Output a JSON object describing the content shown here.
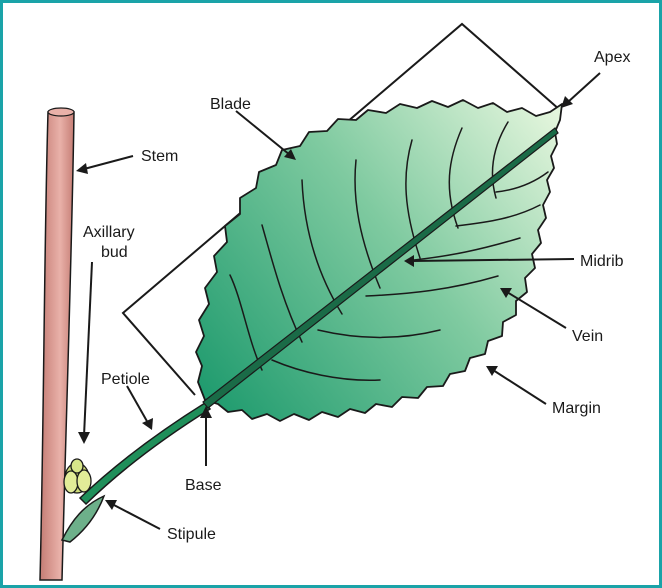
{
  "labels": {
    "apex": "Apex",
    "blade": "Blade",
    "stem": "Stem",
    "axillary_bud_line1": "Axillary",
    "axillary_bud_line2": "bud",
    "midrib": "Midrib",
    "vein": "Vein",
    "petiole": "Petiole",
    "margin": "Margin",
    "base": "Base",
    "stipule": "Stipule"
  },
  "colors": {
    "frame": "#1aa3a8",
    "leaf_dark": "#1f9b6e",
    "leaf_light": "#d7f0d2",
    "stem_fill": "#d99a92",
    "bud": "#d8e68a",
    "ink": "#1a1a1a"
  }
}
